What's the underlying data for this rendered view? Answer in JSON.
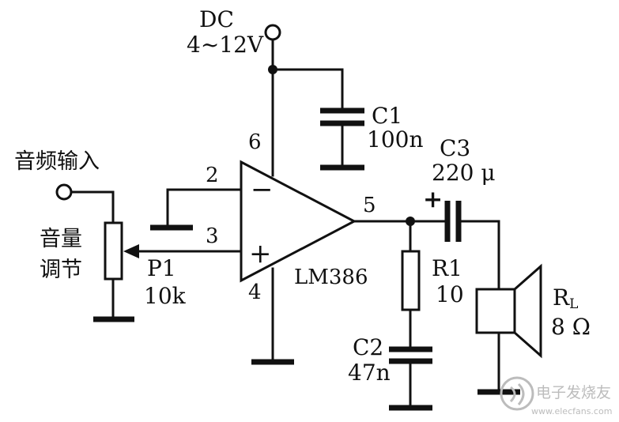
{
  "power": {
    "label_dc": "DC",
    "label_voltage": "4~12V"
  },
  "input": {
    "label": "音频输入"
  },
  "volume": {
    "label_line1": "音量",
    "label_line2": "调节",
    "name": "P1",
    "value": "10k"
  },
  "amplifier": {
    "name": "LM386",
    "pin_inverting": "2",
    "pin_noninverting": "3",
    "pin_ground": "4",
    "pin_output": "5",
    "pin_supply": "6",
    "minus_sign": "−",
    "plus_sign": "+"
  },
  "c1": {
    "name": "C1",
    "value": "100n"
  },
  "c2": {
    "name": "C2",
    "value": "47n"
  },
  "c3": {
    "name": "C3",
    "value": "220 μ",
    "polarity": "+"
  },
  "r1": {
    "name": "R1",
    "value": "10"
  },
  "speaker": {
    "name": "R",
    "subscript": "L",
    "value": "8 Ω"
  },
  "watermark": {
    "line1": "电子发烧友",
    "line2": "www.elecfans.com"
  },
  "colors": {
    "ink": "#111111",
    "watermark": "#bcbcbc",
    "background": "#ffffff"
  },
  "icons": {
    "power_terminal": "open-circle-terminal",
    "input_terminal": "open-circle-terminal",
    "ground": "ground-bar",
    "logo": "elecfans-logo"
  }
}
